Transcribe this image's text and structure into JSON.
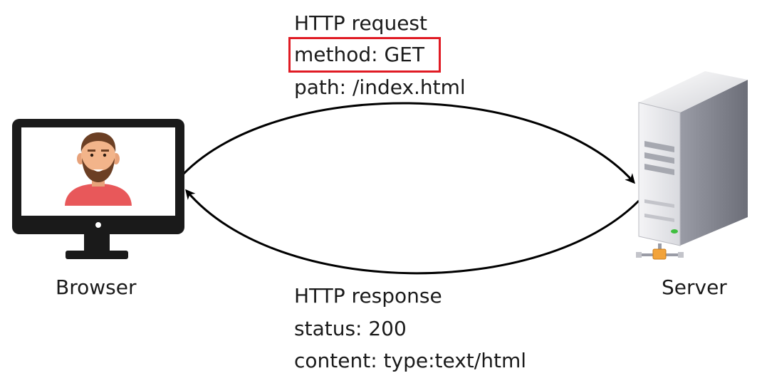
{
  "request": {
    "title": "HTTP request",
    "method": "method: GET",
    "path": "path: /index.html"
  },
  "response": {
    "title": "HTTP response",
    "status": "status: 200",
    "content": "content: type:text/html"
  },
  "nodes": {
    "browser": {
      "label": "Browser",
      "icon": "monitor-user-icon"
    },
    "server": {
      "label": "Server",
      "icon": "server-tower-icon"
    }
  },
  "colors": {
    "highlight": "#e01b24",
    "arrow": "#000000",
    "shirt": "#e8585a",
    "skin": "#f2b48a",
    "hair": "#6b3f24"
  }
}
